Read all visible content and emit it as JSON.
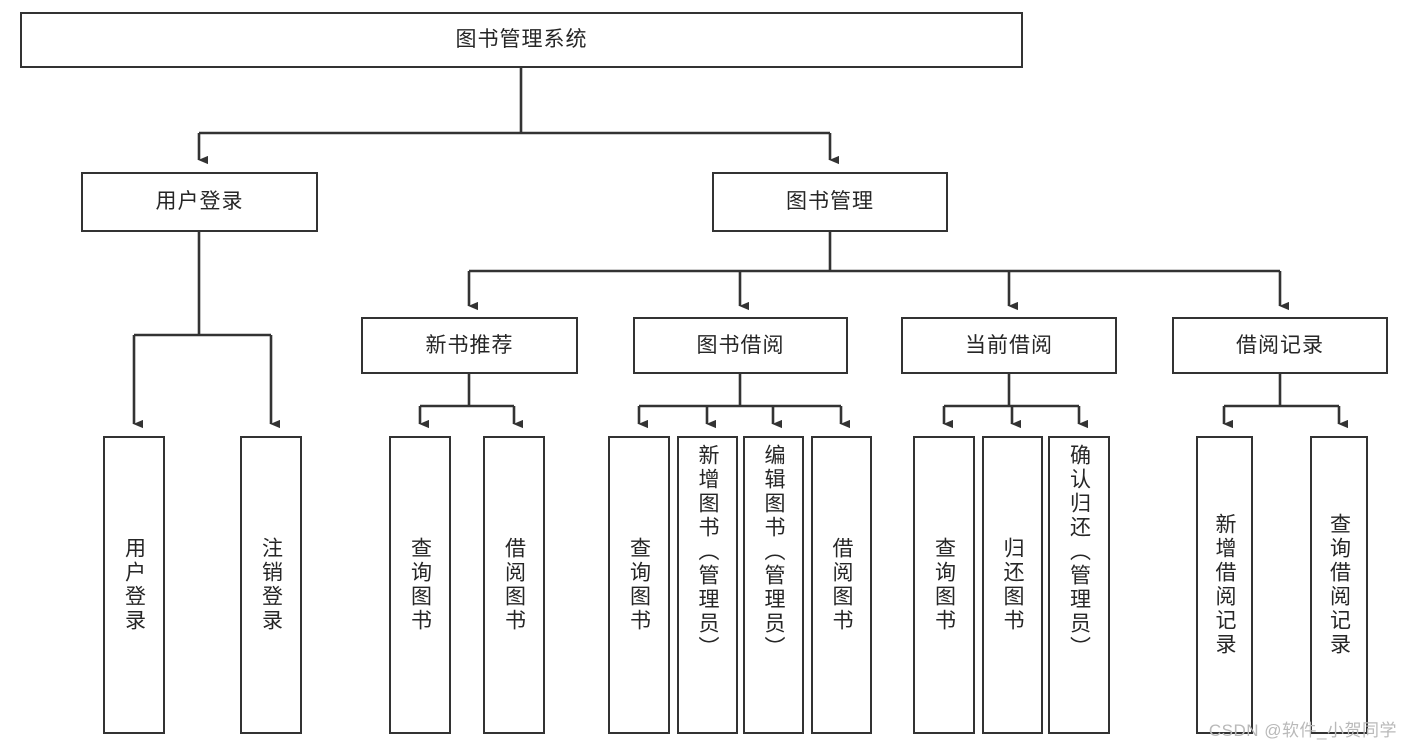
{
  "diagram": {
    "type": "tree-hierarchy-chart",
    "title": "图书管理系统",
    "colors": {
      "stroke": "#333333",
      "box_fill": "#ffffff",
      "text": "#262626",
      "background": "#ffffff",
      "watermark": "#b9b9b9"
    },
    "root": {
      "label": "图书管理系统"
    },
    "level2": [
      {
        "label": "用户登录"
      },
      {
        "label": "图书管理"
      }
    ],
    "level3": [
      {
        "label": "新书推荐"
      },
      {
        "label": "图书借阅"
      },
      {
        "label": "当前借阅"
      },
      {
        "label": "借阅记录"
      }
    ],
    "leaves": {
      "user_login": [
        {
          "label": "用户登录"
        },
        {
          "label": "注销登录"
        }
      ],
      "new_book_recommend": [
        {
          "label": "查询图书"
        },
        {
          "label": "借阅图书"
        }
      ],
      "book_borrow": [
        {
          "label": "查询图书"
        },
        {
          "label": "新增图书（管理员）"
        },
        {
          "label": "编辑图书（管理员）"
        },
        {
          "label": "借阅图书"
        }
      ],
      "current_borrow": [
        {
          "label": "查询图书"
        },
        {
          "label": "归还图书"
        },
        {
          "label": "确认归还（管理员）"
        }
      ],
      "borrow_record": [
        {
          "label": "新增借阅记录"
        },
        {
          "label": "查询借阅记录"
        }
      ]
    },
    "watermark": "CSDN @软件_小贺同学"
  }
}
